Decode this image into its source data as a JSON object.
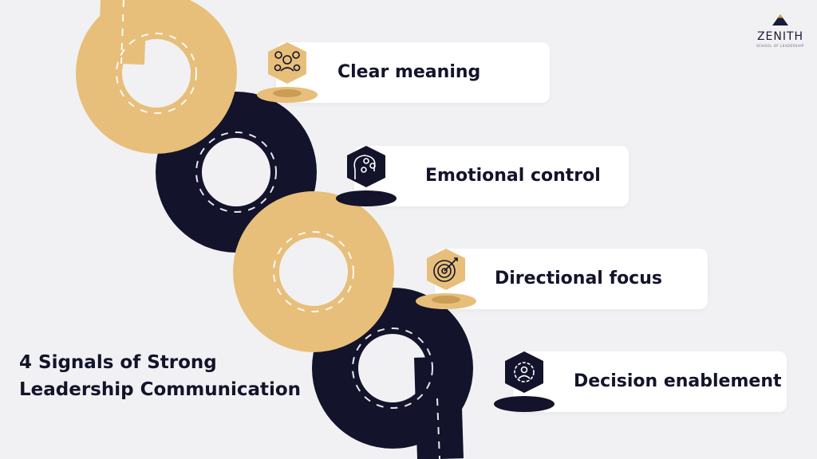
{
  "brand": {
    "name": "ZENITH",
    "tagline": "SCHOOL OF LEADERSHIP",
    "accent": "#e7bf7a",
    "dark": "#13132b"
  },
  "title": {
    "line1": "4 Signals of Strong",
    "line2": "Leadership Communication"
  },
  "signals": [
    {
      "label": "Clear meaning",
      "icon": "language-speech-icon",
      "color": "#e7bf7a"
    },
    {
      "label": "Emotional control",
      "icon": "emotions-head-icon",
      "color": "#13132b"
    },
    {
      "label": "Directional focus",
      "icon": "target-arrow-icon",
      "color": "#e7bf7a"
    },
    {
      "label": "Decision enablement",
      "icon": "gear-person-icon",
      "color": "#13132b"
    }
  ]
}
